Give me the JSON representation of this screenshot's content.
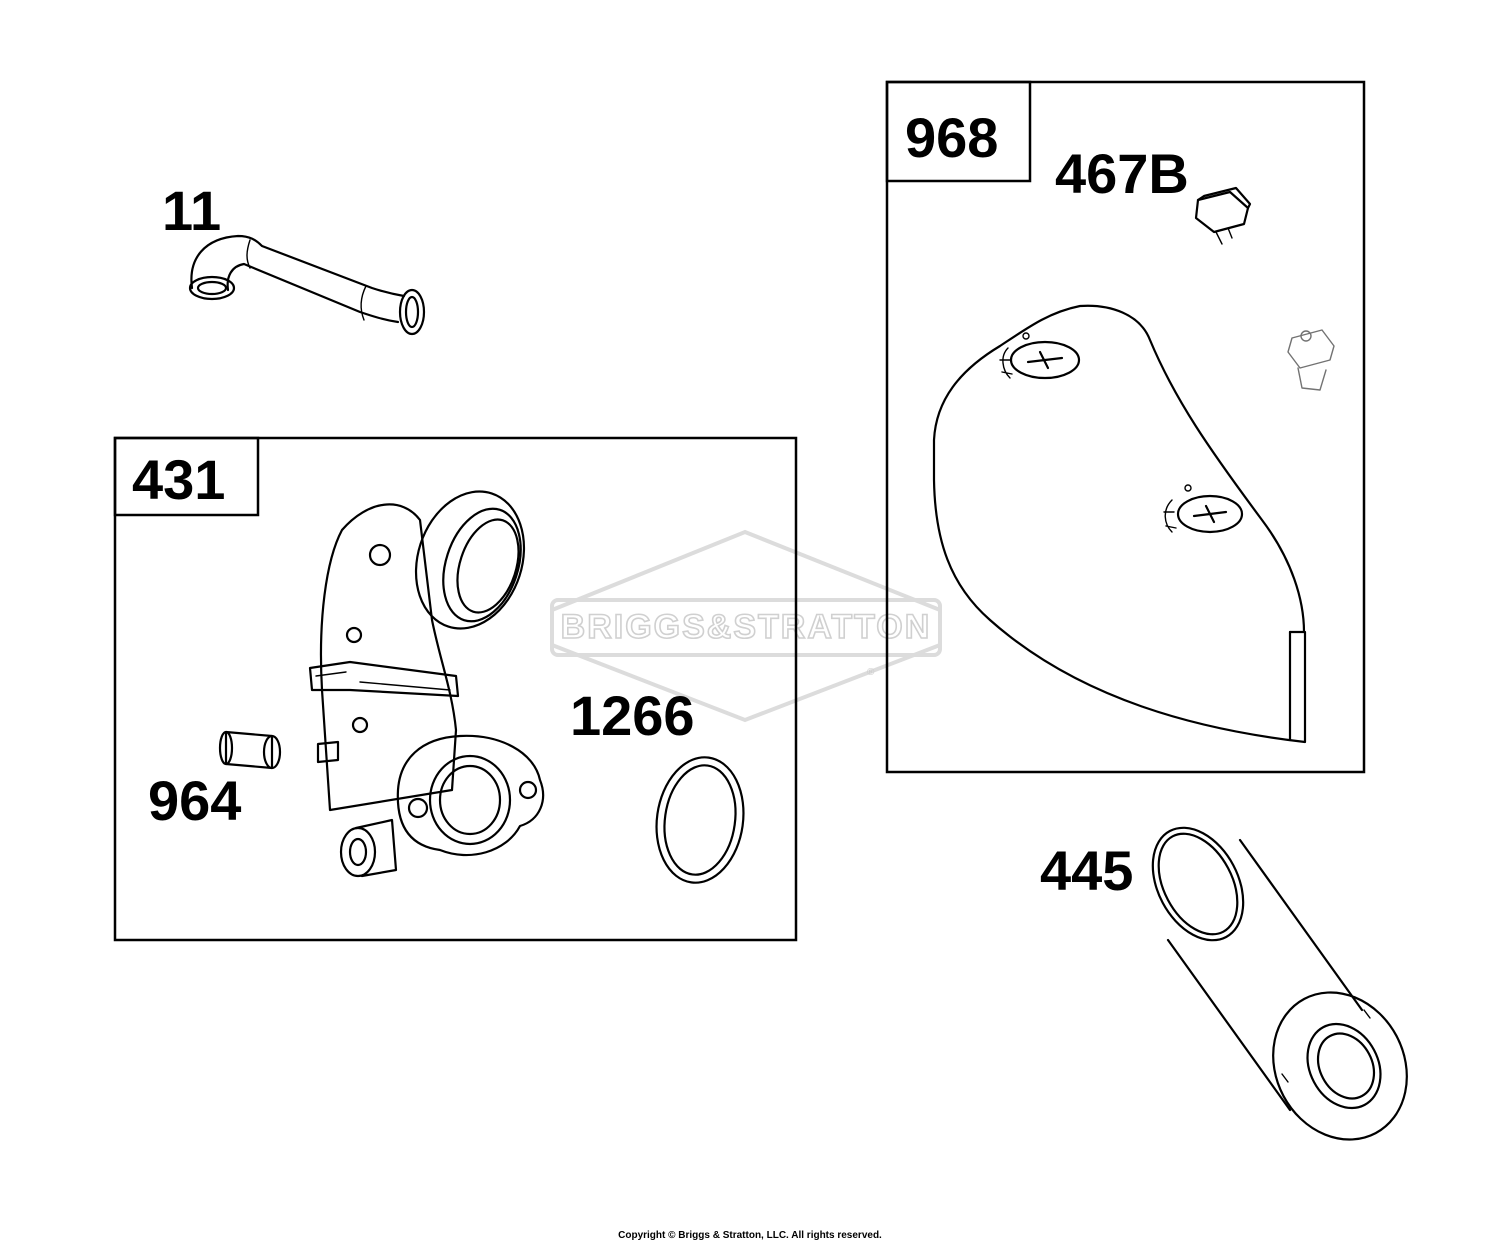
{
  "watermark": {
    "text": "BRIGGS&STRATTON",
    "registered": "®"
  },
  "callouts": {
    "hose": "11",
    "assembly_box": "431",
    "cover_box": "968",
    "clip": "467B",
    "sleeve": "964",
    "seal_ring": "1266",
    "filter": "445"
  },
  "footer": {
    "copyright": "Copyright © Briggs & Stratton, LLC. All rights reserved."
  }
}
